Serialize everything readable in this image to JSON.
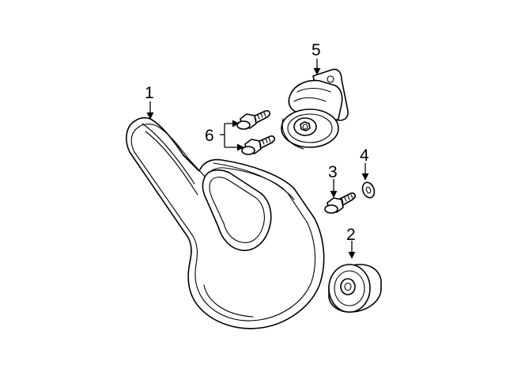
{
  "diagram": {
    "colors": {
      "line": "#000000",
      "background": "#ffffff"
    },
    "callouts": [
      {
        "id": "belt",
        "label": "1"
      },
      {
        "id": "idler-pulley",
        "label": "2"
      },
      {
        "id": "idler-bolt",
        "label": "3"
      },
      {
        "id": "washer",
        "label": "4"
      },
      {
        "id": "tensioner",
        "label": "5"
      },
      {
        "id": "tensioner-bolts",
        "label": "6"
      }
    ]
  }
}
